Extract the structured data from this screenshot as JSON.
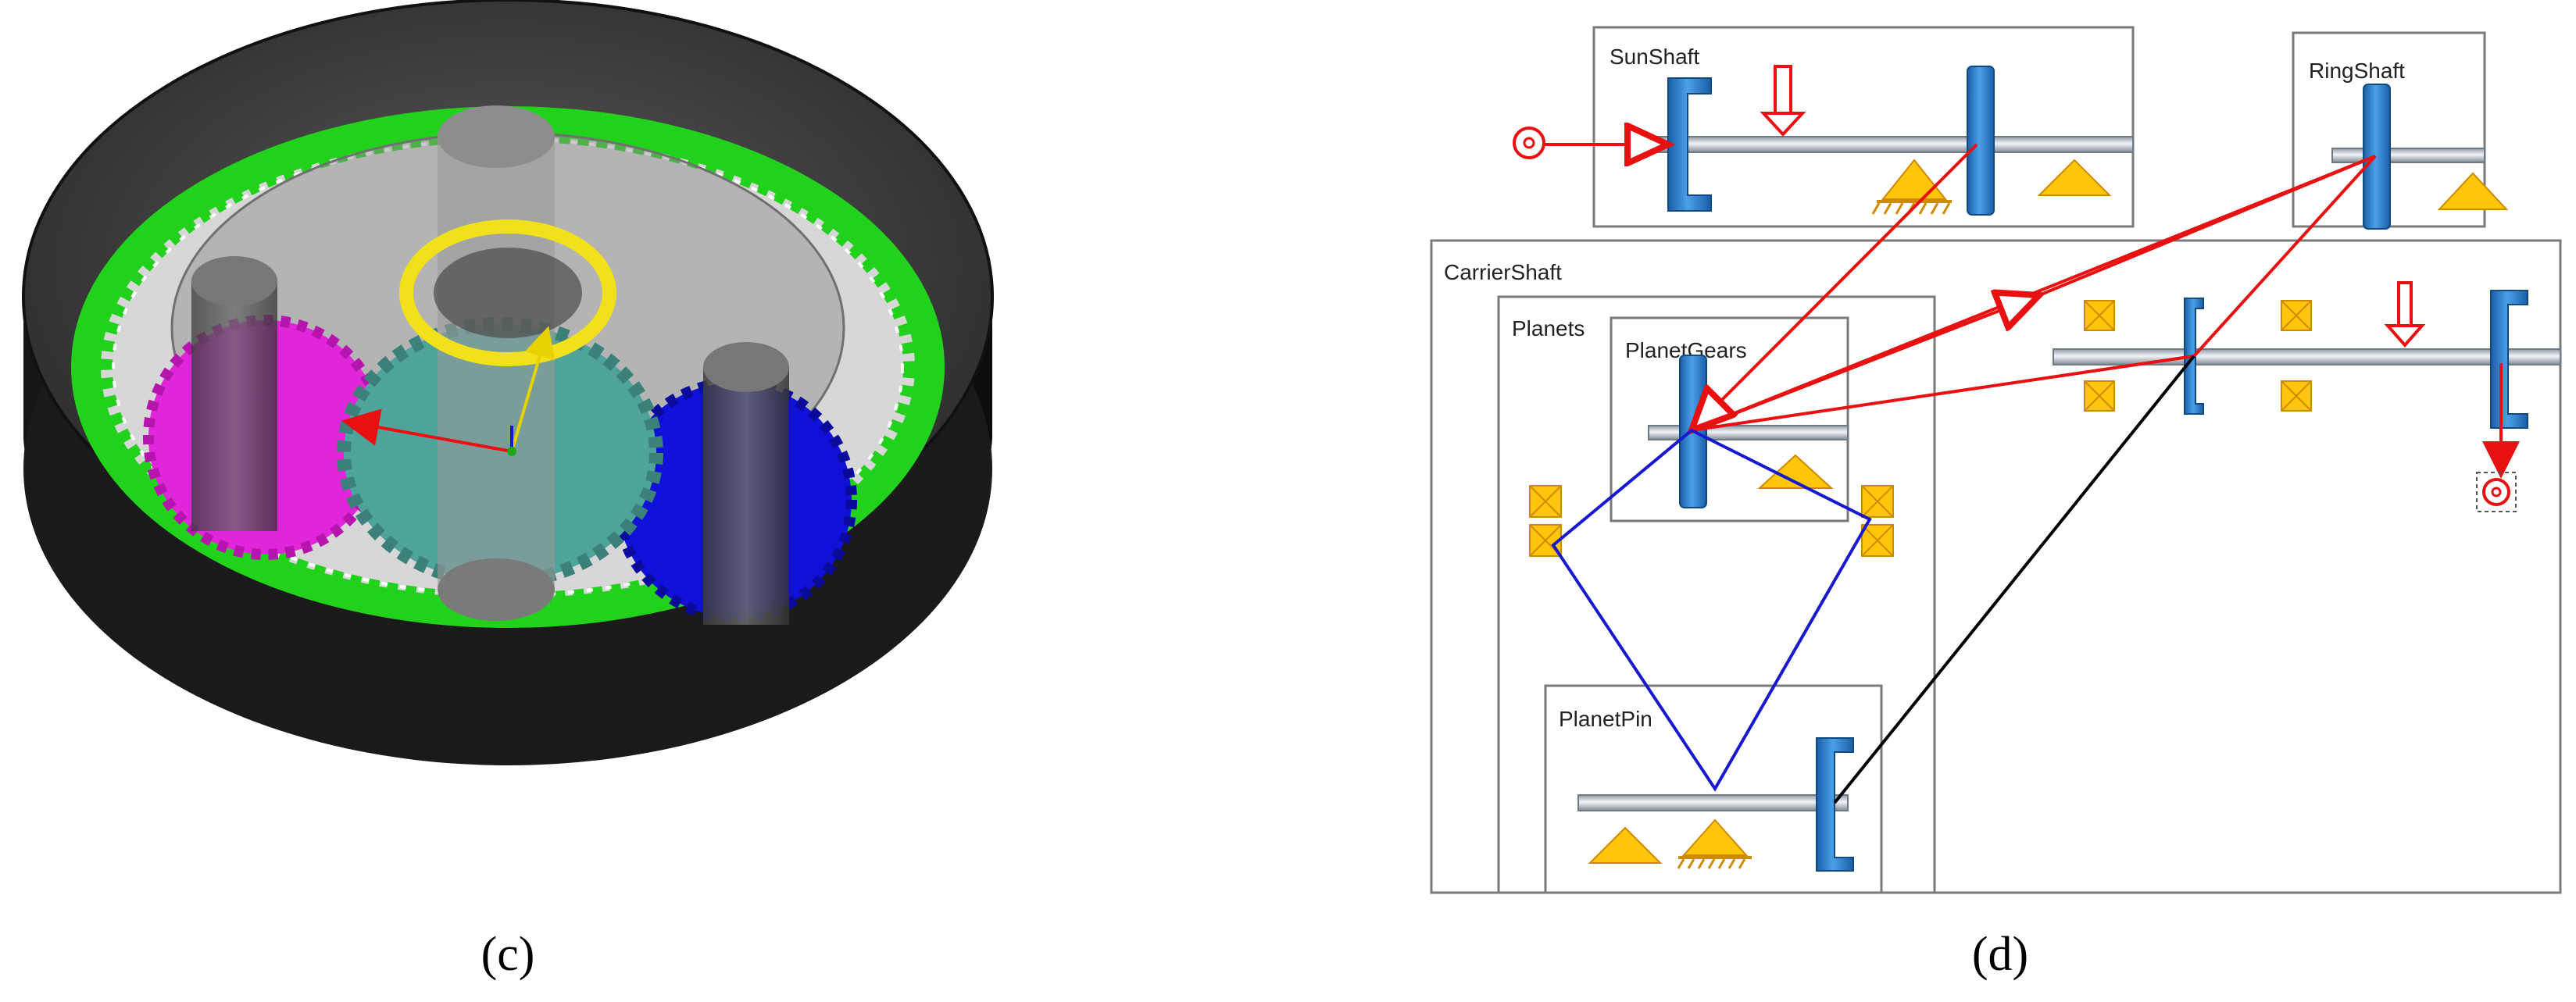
{
  "panels": {
    "c": {
      "caption": "(c)"
    },
    "d": {
      "caption": "(d)"
    }
  },
  "diagram": {
    "groups": {
      "sun_shaft": "SunShaft",
      "ring_shaft": "RingShaft",
      "carrier_shaft": "CarrierShaft",
      "planets": "Planets",
      "planet_gears": "PlanetGears",
      "planet_pin": "PlanetPin"
    }
  },
  "colors": {
    "housing": "#2f2f2f",
    "ring_gear": "#22d11b",
    "sun_gear": "#4ea39a",
    "planet_magenta": "#e026d8",
    "planet_blue": "#1010d8",
    "sun_ring": "#f0e11a",
    "gear_body": "#2a7ec0",
    "bearing": "#ffc60a",
    "force_arrow": "#e81010",
    "planet_link": "#1818d0",
    "pin_link": "#000000"
  }
}
